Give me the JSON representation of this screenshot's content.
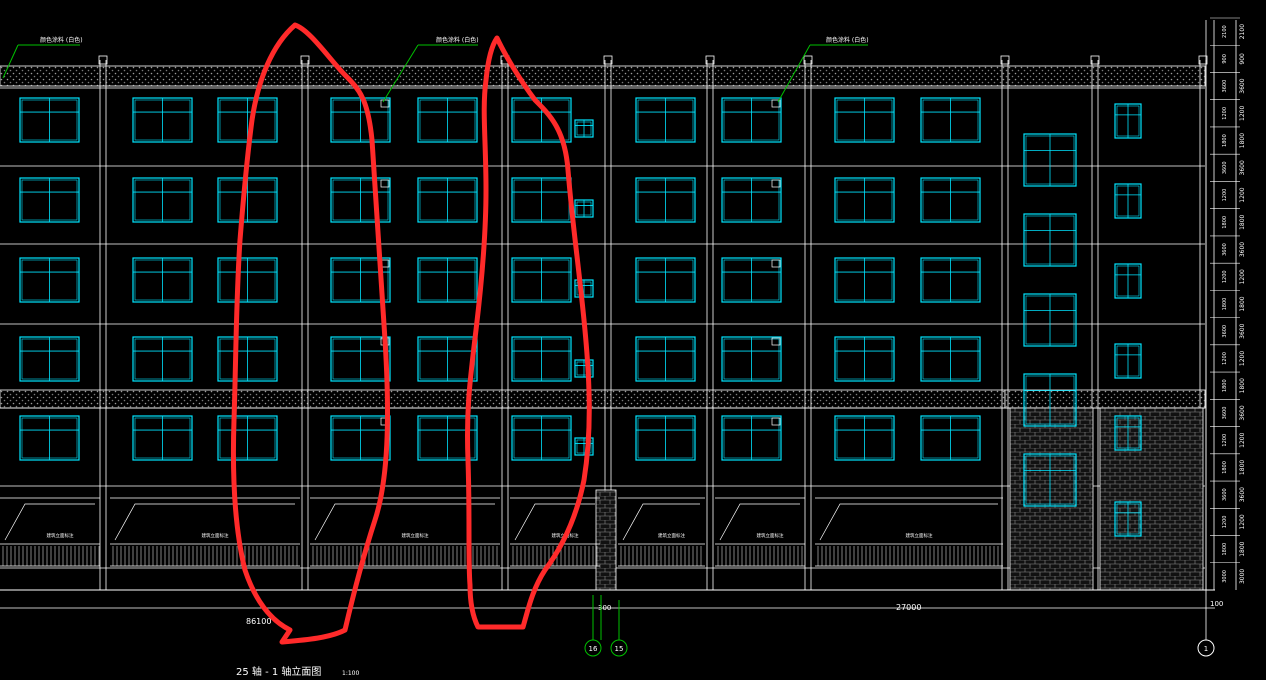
{
  "drawing": {
    "title": "25 轴 - 1 轴立面图",
    "scale": "1:100",
    "background": "#000000",
    "colors": {
      "frame": "#ffffff",
      "window": "#00e5ff",
      "leader": "#00c000",
      "markup": "#ff2a2a",
      "hatch": "#8a8a8a"
    },
    "callouts": [
      {
        "text": "颜色涂料 (白色)"
      },
      {
        "text": "颜色涂料 (白色)"
      },
      {
        "text": "颜色涂料 (白色)"
      }
    ],
    "storefront_label": "建筑立面标注",
    "bottom_dims": {
      "left": "86100",
      "mid": "300",
      "right": "27000",
      "end": "100"
    },
    "axis_labels": [
      "16",
      "15",
      "1"
    ],
    "right_dims": [
      "2100",
      "900",
      "3600",
      "1200",
      "1800",
      "3600",
      "1200",
      "1800",
      "3600",
      "1200",
      "1800",
      "3600",
      "1200",
      "1800",
      "3600",
      "1200",
      "1800",
      "3600",
      "1200",
      "1800",
      "3000"
    ]
  }
}
